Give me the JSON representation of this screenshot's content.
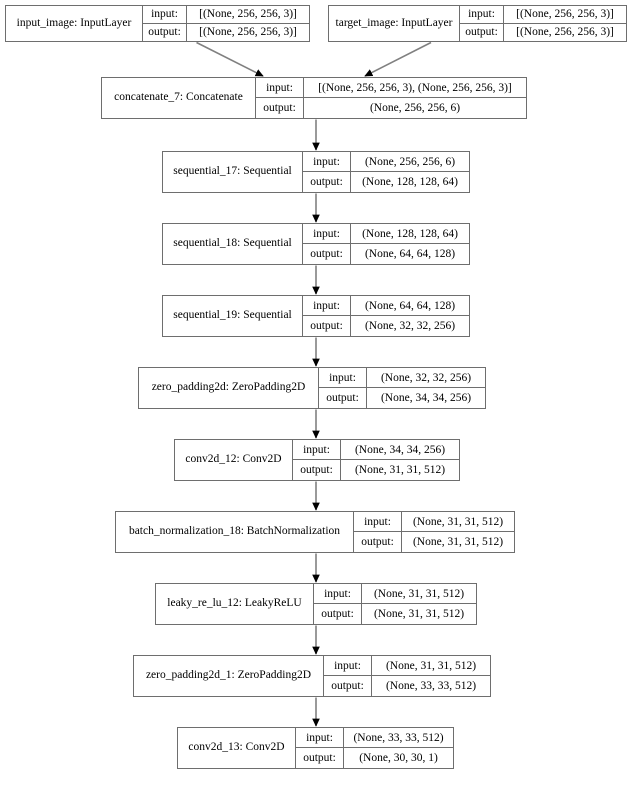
{
  "diagram": {
    "title": "Keras model architecture graph",
    "type": "neural-network-layer-graph",
    "io_labels": {
      "input": "input:",
      "output": "output:"
    },
    "colors": {
      "box_border": "#6e6e6e",
      "edge_line": "#808080",
      "arrow_head": "#000000",
      "background": "#ffffff",
      "text": "#000000"
    },
    "nodes": [
      {
        "id": "input_image",
        "name": "input_image: InputLayer",
        "input": "[(None, 256, 256, 3)]",
        "output": "[(None, 256, 256, 3)]"
      },
      {
        "id": "target_image",
        "name": "target_image: InputLayer",
        "input": "[(None, 256, 256, 3)]",
        "output": "[(None, 256, 256, 3)]"
      },
      {
        "id": "concatenate_7",
        "name": "concatenate_7: Concatenate",
        "input": "[(None, 256, 256, 3), (None, 256, 256, 3)]",
        "output": "(None, 256, 256, 6)"
      },
      {
        "id": "sequential_17",
        "name": "sequential_17: Sequential",
        "input": "(None, 256, 256, 6)",
        "output": "(None, 128, 128, 64)"
      },
      {
        "id": "sequential_18",
        "name": "sequential_18: Sequential",
        "input": "(None, 128, 128, 64)",
        "output": "(None, 64, 64, 128)"
      },
      {
        "id": "sequential_19",
        "name": "sequential_19: Sequential",
        "input": "(None, 64, 64, 128)",
        "output": "(None, 32, 32, 256)"
      },
      {
        "id": "zero_padding2d",
        "name": "zero_padding2d: ZeroPadding2D",
        "input": "(None, 32, 32, 256)",
        "output": "(None, 34, 34, 256)"
      },
      {
        "id": "conv2d_12",
        "name": "conv2d_12: Conv2D",
        "input": "(None, 34, 34, 256)",
        "output": "(None, 31, 31, 512)"
      },
      {
        "id": "batch_normalization_18",
        "name": "batch_normalization_18: BatchNormalization",
        "input": "(None, 31, 31, 512)",
        "output": "(None, 31, 31, 512)"
      },
      {
        "id": "leaky_re_lu_12",
        "name": "leaky_re_lu_12: LeakyReLU",
        "input": "(None, 31, 31, 512)",
        "output": "(None, 31, 31, 512)"
      },
      {
        "id": "zero_padding2d_1",
        "name": "zero_padding2d_1: ZeroPadding2D",
        "input": "(None, 31, 31, 512)",
        "output": "(None, 33, 33, 512)"
      },
      {
        "id": "conv2d_13",
        "name": "conv2d_13: Conv2D",
        "input": "(None, 33, 33, 512)",
        "output": "(None, 30, 30, 1)"
      }
    ],
    "edges": [
      {
        "from": "input_image",
        "to": "concatenate_7"
      },
      {
        "from": "target_image",
        "to": "concatenate_7"
      },
      {
        "from": "concatenate_7",
        "to": "sequential_17"
      },
      {
        "from": "sequential_17",
        "to": "sequential_18"
      },
      {
        "from": "sequential_18",
        "to": "sequential_19"
      },
      {
        "from": "sequential_19",
        "to": "zero_padding2d"
      },
      {
        "from": "zero_padding2d",
        "to": "conv2d_12"
      },
      {
        "from": "conv2d_12",
        "to": "batch_normalization_18"
      },
      {
        "from": "batch_normalization_18",
        "to": "leaky_re_lu_12"
      },
      {
        "from": "leaky_re_lu_12",
        "to": "zero_padding2d_1"
      },
      {
        "from": "zero_padding2d_1",
        "to": "conv2d_13"
      }
    ]
  }
}
